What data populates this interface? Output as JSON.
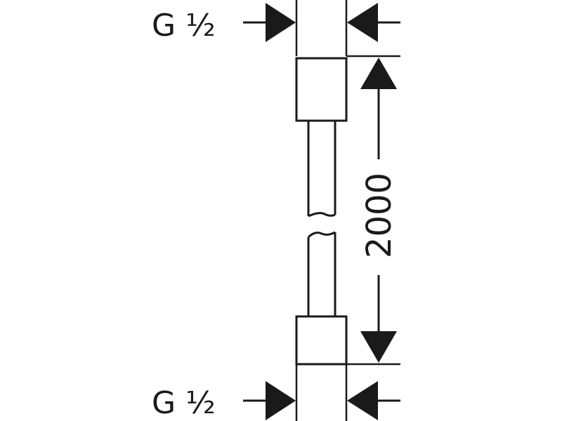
{
  "drawing": {
    "thread_top": "G ½",
    "thread_bottom": "G ½",
    "length_dimension": "2000"
  },
  "colors": {
    "line": "#1a1a1a",
    "background": "#ffffff"
  }
}
